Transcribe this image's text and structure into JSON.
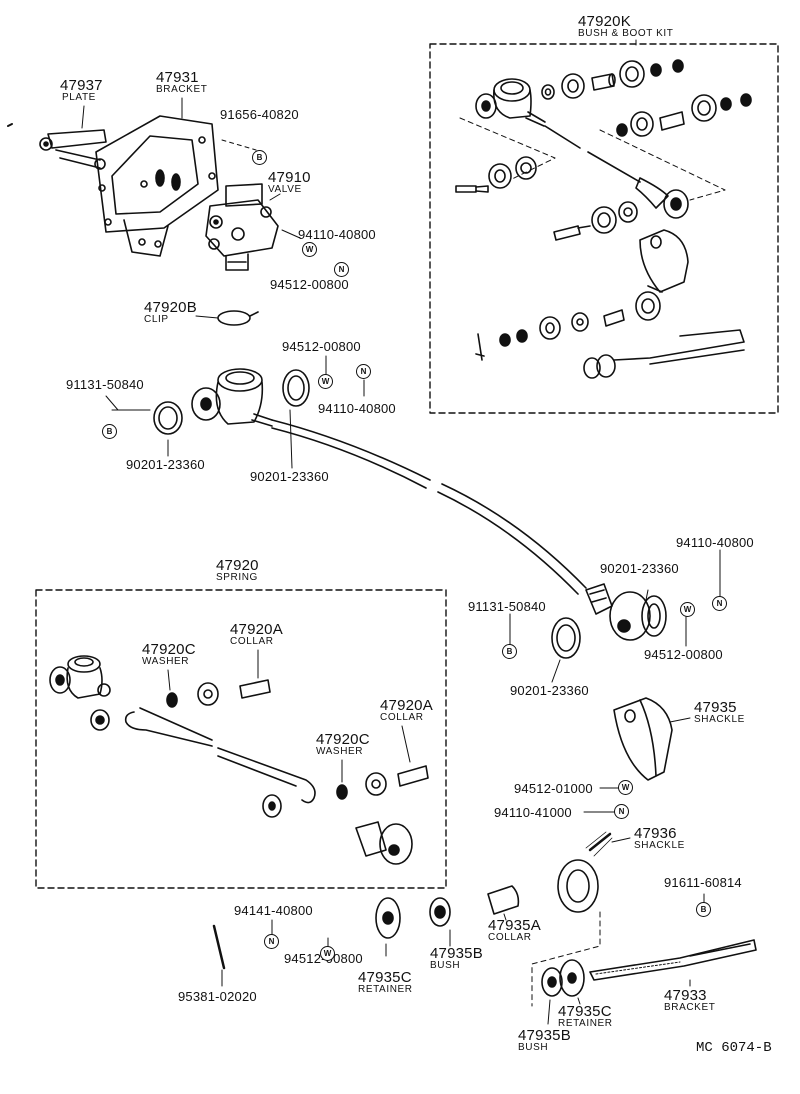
{
  "parts": {
    "p47920K": {
      "number": "47920K",
      "name": "BUSH & BOOT KIT"
    },
    "p47937": {
      "number": "47937",
      "name": "PLATE"
    },
    "p47931": {
      "number": "47931",
      "name": "BRACKET"
    },
    "p91656": {
      "number": "91656-40820"
    },
    "p47910": {
      "number": "47910",
      "name": "VALVE"
    },
    "p94110_a": {
      "number": "94110-40800"
    },
    "p94512_a": {
      "number": "94512-00800"
    },
    "p47920B": {
      "number": "47920B",
      "name": "CLIP"
    },
    "p94512_b": {
      "number": "94512-00800"
    },
    "p94110_b": {
      "number": "94110-40800"
    },
    "p91131_a": {
      "number": "91131-50840"
    },
    "p90201_a": {
      "number": "90201-23360"
    },
    "p90201_b": {
      "number": "90201-23360"
    },
    "p47920": {
      "number": "47920",
      "name": "SPRING"
    },
    "p47920C_a": {
      "number": "47920C",
      "name": "WASHER"
    },
    "p47920A_a": {
      "number": "47920A",
      "name": "COLLAR"
    },
    "p47920A_b": {
      "number": "47920A",
      "name": "COLLAR"
    },
    "p47920C_b": {
      "number": "47920C",
      "name": "WASHER"
    },
    "p94110_c": {
      "number": "94110-40800"
    },
    "p90201_c": {
      "number": "90201-23360"
    },
    "p91131_b": {
      "number": "91131-50840"
    },
    "p94512_c": {
      "number": "94512-00800"
    },
    "p90201_d": {
      "number": "90201-23360"
    },
    "p47935": {
      "number": "47935",
      "name": "SHACKLE"
    },
    "p94512_d": {
      "number": "94512-01000"
    },
    "p94110_d": {
      "number": "94110-41000"
    },
    "p47936": {
      "number": "47936",
      "name": "SHACKLE"
    },
    "p91611": {
      "number": "91611-60814"
    },
    "p94141": {
      "number": "94141-40800"
    },
    "p94512_e": {
      "number": "94512-00800"
    },
    "p47935A": {
      "number": "47935A",
      "name": "COLLAR"
    },
    "p95381": {
      "number": "95381-02020"
    },
    "p47935C_a": {
      "number": "47935C",
      "name": "RETAINER"
    },
    "p47935B_a": {
      "number": "47935B",
      "name": "BUSH"
    },
    "p47933": {
      "number": "47933",
      "name": "BRACKET"
    },
    "p47935C_b": {
      "number": "47935C",
      "name": "RETAINER"
    },
    "p47935B_b": {
      "number": "47935B",
      "name": "BUSH"
    }
  },
  "symbols": {
    "bolt": "B",
    "washer": "W",
    "nut": "N"
  },
  "drawing_code": "MC  6074-B"
}
